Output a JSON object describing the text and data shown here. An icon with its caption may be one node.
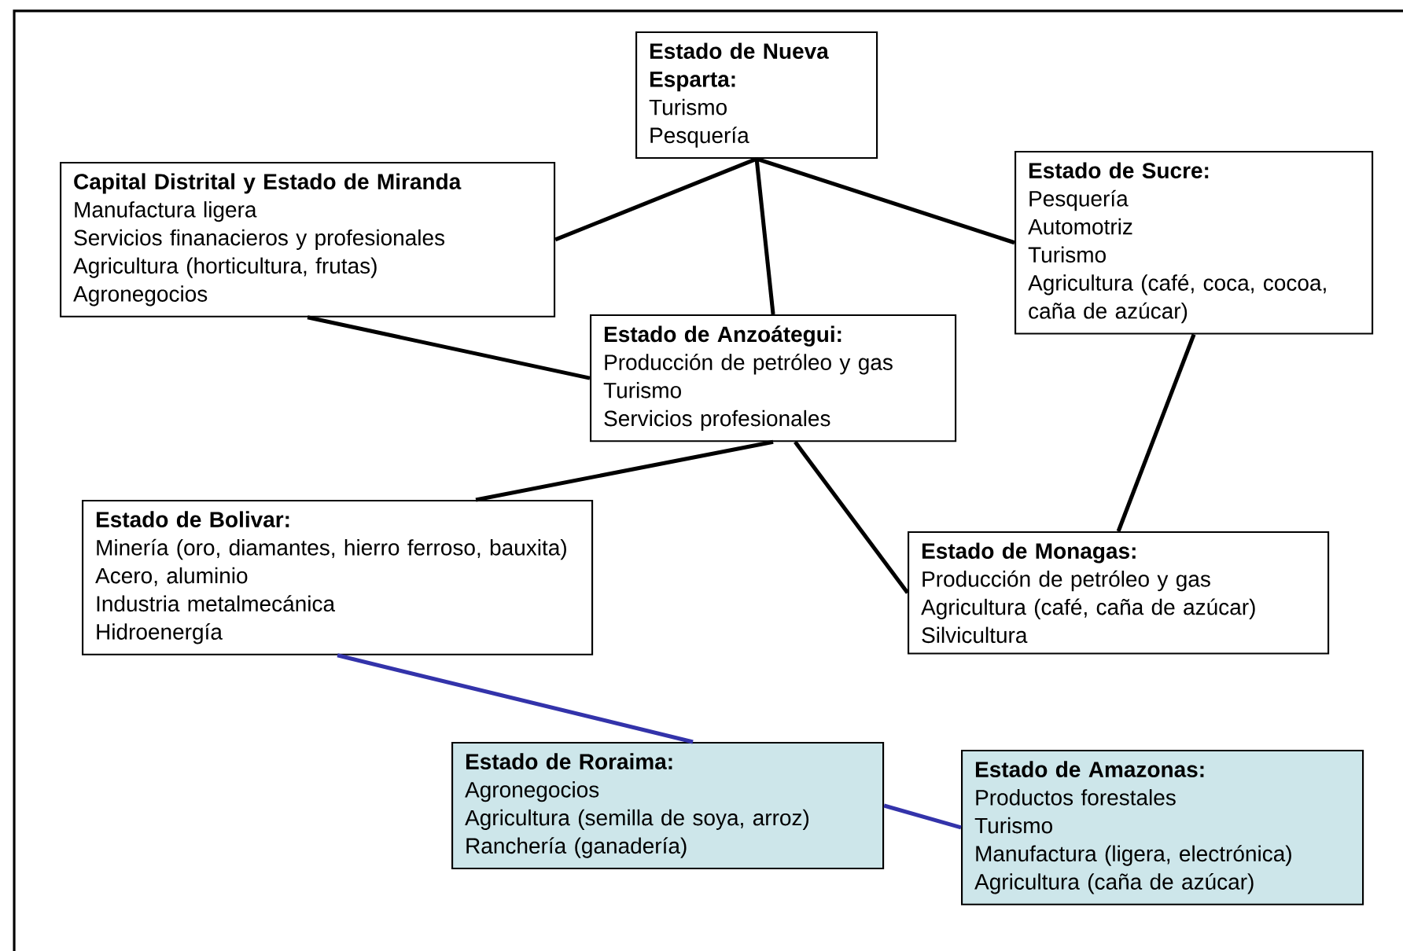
{
  "diagram": {
    "nodes": [
      {
        "text": [
          "Estado de Nueva Esparta:",
          "Turismo",
          "Pesquería"
        ]
      },
      {
        "text": [
          "Capital Distrital y Estado de Miranda",
          "Manufactura ligera",
          "Servicios finanacieros y profesionales",
          "Agricultura (horticultura, frutas)",
          "Agronegocios"
        ]
      },
      {
        "text": [
          "Estado de Sucre:",
          "Pesquería",
          "Automotriz",
          "Turismo",
          "Agricultura (café, coca, cocoa, caña de azúcar)"
        ]
      },
      {
        "text": [
          "Estado de Anzoátegui:",
          "Producción de petróleo y gas",
          "Turismo",
          "Servicios profesionales"
        ]
      },
      {
        "text": [
          "Estado de Bolivar:",
          "Minería (oro, diamantes, hierro ferroso, bauxita)",
          "Acero, aluminio",
          "Industria metalmecánica",
          "Hidroenergía"
        ]
      },
      {
        "text": [
          "Estado de Monagas:",
          "Producción de petróleo y gas",
          "Agricultura (café, caña de azúcar)",
          "Silvicultura"
        ]
      },
      {
        "text": [
          "Estado de Roraima:",
          "Agronegocios",
          "Agricultura (semilla de soya, arroz)",
          "Ranchería (ganadería)"
        ]
      },
      {
        "text": [
          "Estado de Amazonas:",
          "Productos forestales",
          "Turismo",
          "Manufactura (ligera, electrónica)",
          "Agricultura (caña de azúcar)"
        ]
      }
    ],
    "edges": [
      {
        "from": 0,
        "to": 1,
        "arrow": "none"
      },
      {
        "from": 0,
        "to": 3,
        "arrow": "none"
      },
      {
        "from": 0,
        "to": 2,
        "arrow": "none"
      },
      {
        "from": 1,
        "to": 3,
        "arrow": "none"
      },
      {
        "from": 3,
        "to": 4,
        "arrow": "none"
      },
      {
        "from": 3,
        "to": 5,
        "arrow": "none"
      },
      {
        "from": 2,
        "to": 5,
        "arrow": "none"
      },
      {
        "from": 4,
        "to": 6,
        "arrow": "none",
        "color": "#3333aa"
      },
      {
        "from": 6,
        "to": 7,
        "arrow": "none",
        "color": "#3333aa"
      }
    ]
  }
}
